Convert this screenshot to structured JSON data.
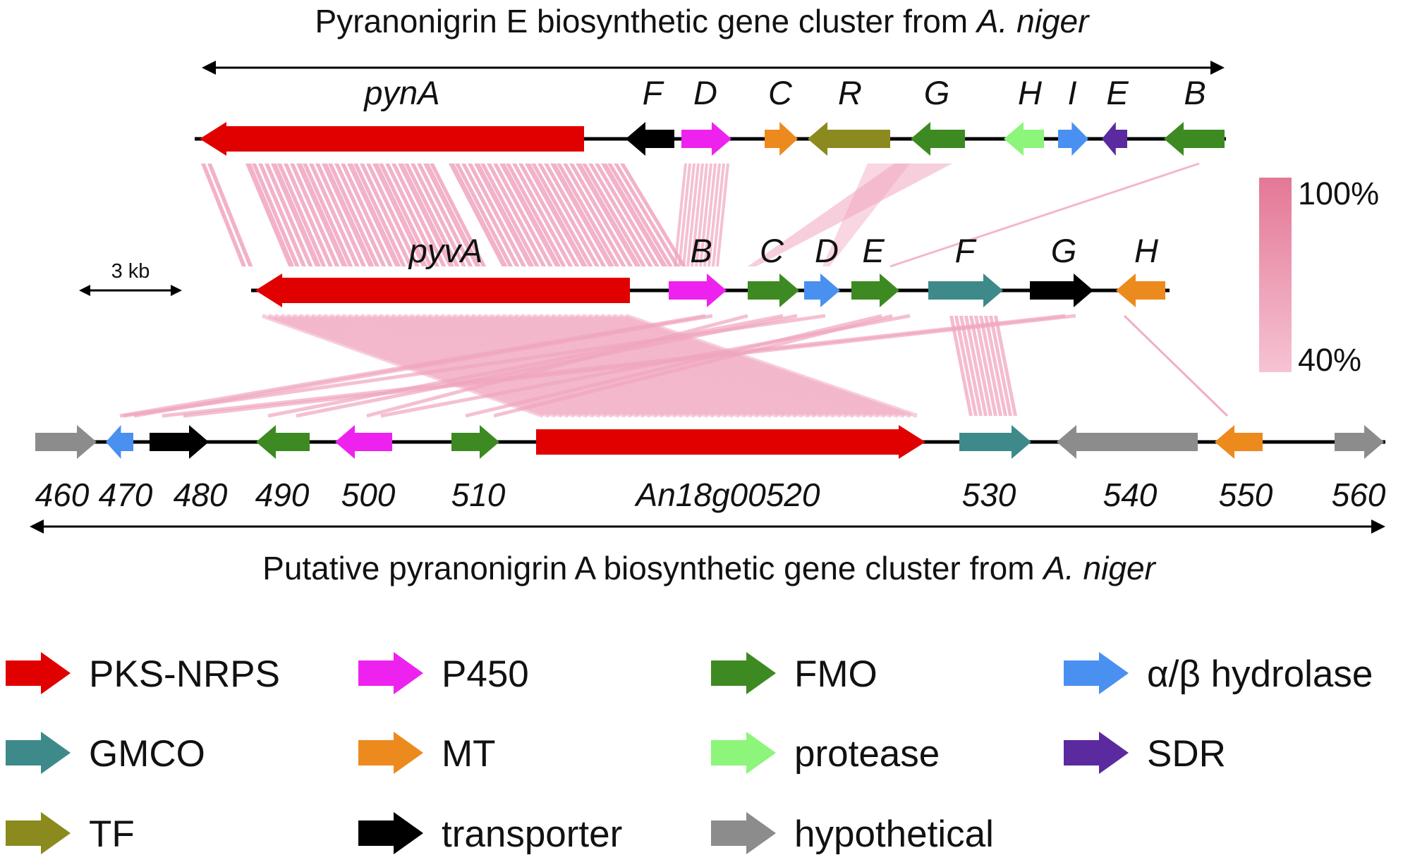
{
  "titles": {
    "top_prefix": "Pyranonigrin E biosynthetic gene cluster from ",
    "top_species": "A. niger",
    "bottom_prefix": "Putative pyranonigrin A biosynthetic gene cluster from ",
    "bottom_species": "A. niger"
  },
  "scale_bar": {
    "label": "3 kb"
  },
  "identity_scale": {
    "max_label": "100%",
    "min_label": "40%",
    "max_color": "#e37896",
    "min_color": "#f6c3d3"
  },
  "colors": {
    "PKS-NRPS": "#e00000",
    "P450": "#ee22ee",
    "FMO": "#3e8a22",
    "alpha_beta_hydrolase": "#4a90f0",
    "GMCO": "#3e8a8a",
    "MT": "#ec8a1e",
    "protease": "#8cf57a",
    "SDR": "#5a2a9e",
    "TF": "#8a8a1e",
    "transporter": "#000000",
    "hypothetical": "#8c8c8c",
    "link": "#f0a5bf"
  },
  "tracks": [
    {
      "id": "pyn",
      "genes": [
        {
          "label": "pynA",
          "type": "PKS-NRPS",
          "dir": "left"
        },
        {
          "label": "F",
          "type": "transporter",
          "dir": "left"
        },
        {
          "label": "D",
          "type": "P450",
          "dir": "right"
        },
        {
          "label": "C",
          "type": "MT",
          "dir": "right"
        },
        {
          "label": "R",
          "type": "TF",
          "dir": "left"
        },
        {
          "label": "G",
          "type": "FMO",
          "dir": "left"
        },
        {
          "label": "H",
          "type": "protease",
          "dir": "left"
        },
        {
          "label": "I",
          "type": "alpha_beta_hydrolase",
          "dir": "right"
        },
        {
          "label": "E",
          "type": "SDR",
          "dir": "left"
        },
        {
          "label": "B",
          "type": "FMO",
          "dir": "left"
        }
      ]
    },
    {
      "id": "pyv",
      "genes": [
        {
          "label": "pyvA",
          "type": "PKS-NRPS",
          "dir": "left"
        },
        {
          "label": "B",
          "type": "P450",
          "dir": "right"
        },
        {
          "label": "C",
          "type": "FMO",
          "dir": "right"
        },
        {
          "label": "D",
          "type": "alpha_beta_hydrolase",
          "dir": "right"
        },
        {
          "label": "E",
          "type": "FMO",
          "dir": "right"
        },
        {
          "label": "F",
          "type": "GMCO",
          "dir": "right"
        },
        {
          "label": "G",
          "type": "transporter",
          "dir": "right"
        },
        {
          "label": "H",
          "type": "MT",
          "dir": "left"
        }
      ]
    },
    {
      "id": "an18",
      "genes": [
        {
          "label": "460",
          "type": "hypothetical",
          "dir": "right"
        },
        {
          "label": "470",
          "type": "alpha_beta_hydrolase",
          "dir": "left"
        },
        {
          "label": "480",
          "type": "transporter",
          "dir": "right"
        },
        {
          "label": "490",
          "type": "FMO",
          "dir": "left"
        },
        {
          "label": "500",
          "type": "P450",
          "dir": "left"
        },
        {
          "label": "510",
          "type": "FMO",
          "dir": "right"
        },
        {
          "label": "An18g00520",
          "type": "PKS-NRPS",
          "dir": "right"
        },
        {
          "label": "530",
          "type": "GMCO",
          "dir": "right"
        },
        {
          "label": "540",
          "type": "hypothetical",
          "dir": "left"
        },
        {
          "label": "550",
          "type": "MT",
          "dir": "left"
        },
        {
          "label": "560",
          "type": "hypothetical",
          "dir": "right"
        }
      ]
    }
  ],
  "legend": [
    {
      "label": "PKS-NRPS",
      "type": "PKS-NRPS"
    },
    {
      "label": "P450",
      "type": "P450"
    },
    {
      "label": "FMO",
      "type": "FMO"
    },
    {
      "label": "α/β hydrolase",
      "type": "alpha_beta_hydrolase"
    },
    {
      "label": "GMCO",
      "type": "GMCO"
    },
    {
      "label": "MT",
      "type": "MT"
    },
    {
      "label": "protease",
      "type": "protease"
    },
    {
      "label": "SDR",
      "type": "SDR"
    },
    {
      "label": "TF",
      "type": "TF"
    },
    {
      "label": "transporter",
      "type": "transporter"
    },
    {
      "label": "hypothetical",
      "type": "hypothetical"
    }
  ]
}
